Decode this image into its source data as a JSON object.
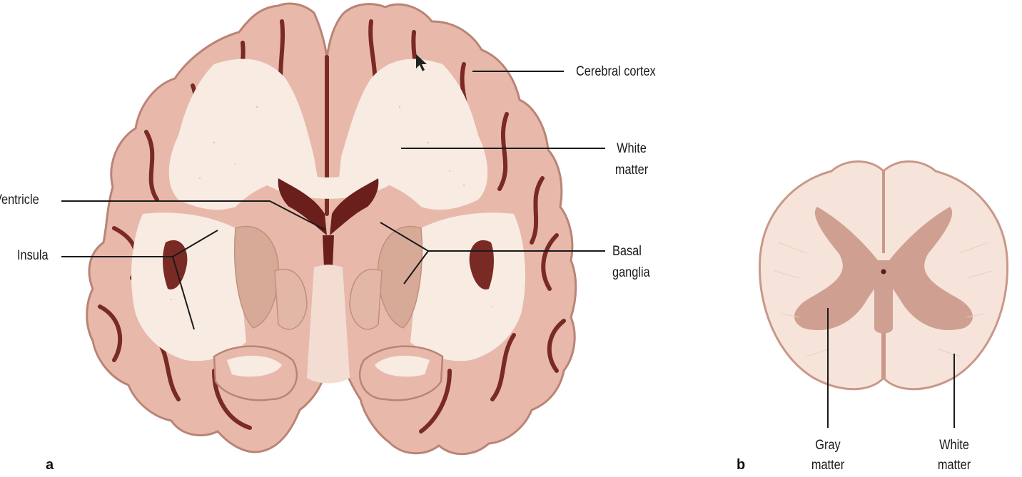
{
  "labels": {
    "cerebral_cortex": "Cerebral cortex",
    "white_matter_a_1": "White",
    "white_matter_a_2": "matter",
    "ventricle": "Ventricle",
    "insula": "Insula",
    "basal_ganglia_1": "Basal",
    "basal_ganglia_2": "ganglia",
    "gray_matter_1": "Gray",
    "gray_matter_2": "matter",
    "white_matter_b_1": "White",
    "white_matter_b_2": "matter"
  },
  "panels": {
    "a": "a",
    "b": "b"
  },
  "colors": {
    "cortex": "#e8b9aa",
    "cortex_edge": "#b98476",
    "white_matter": "#f8ebe2",
    "deep_gray": "#d7aa98",
    "ventricle": "#6a1f1c",
    "sulcus": "#7a2a24",
    "spinal_white": "#f6e4da",
    "spinal_gray": "#cfa092",
    "leader_line": "#1a1a1a"
  }
}
